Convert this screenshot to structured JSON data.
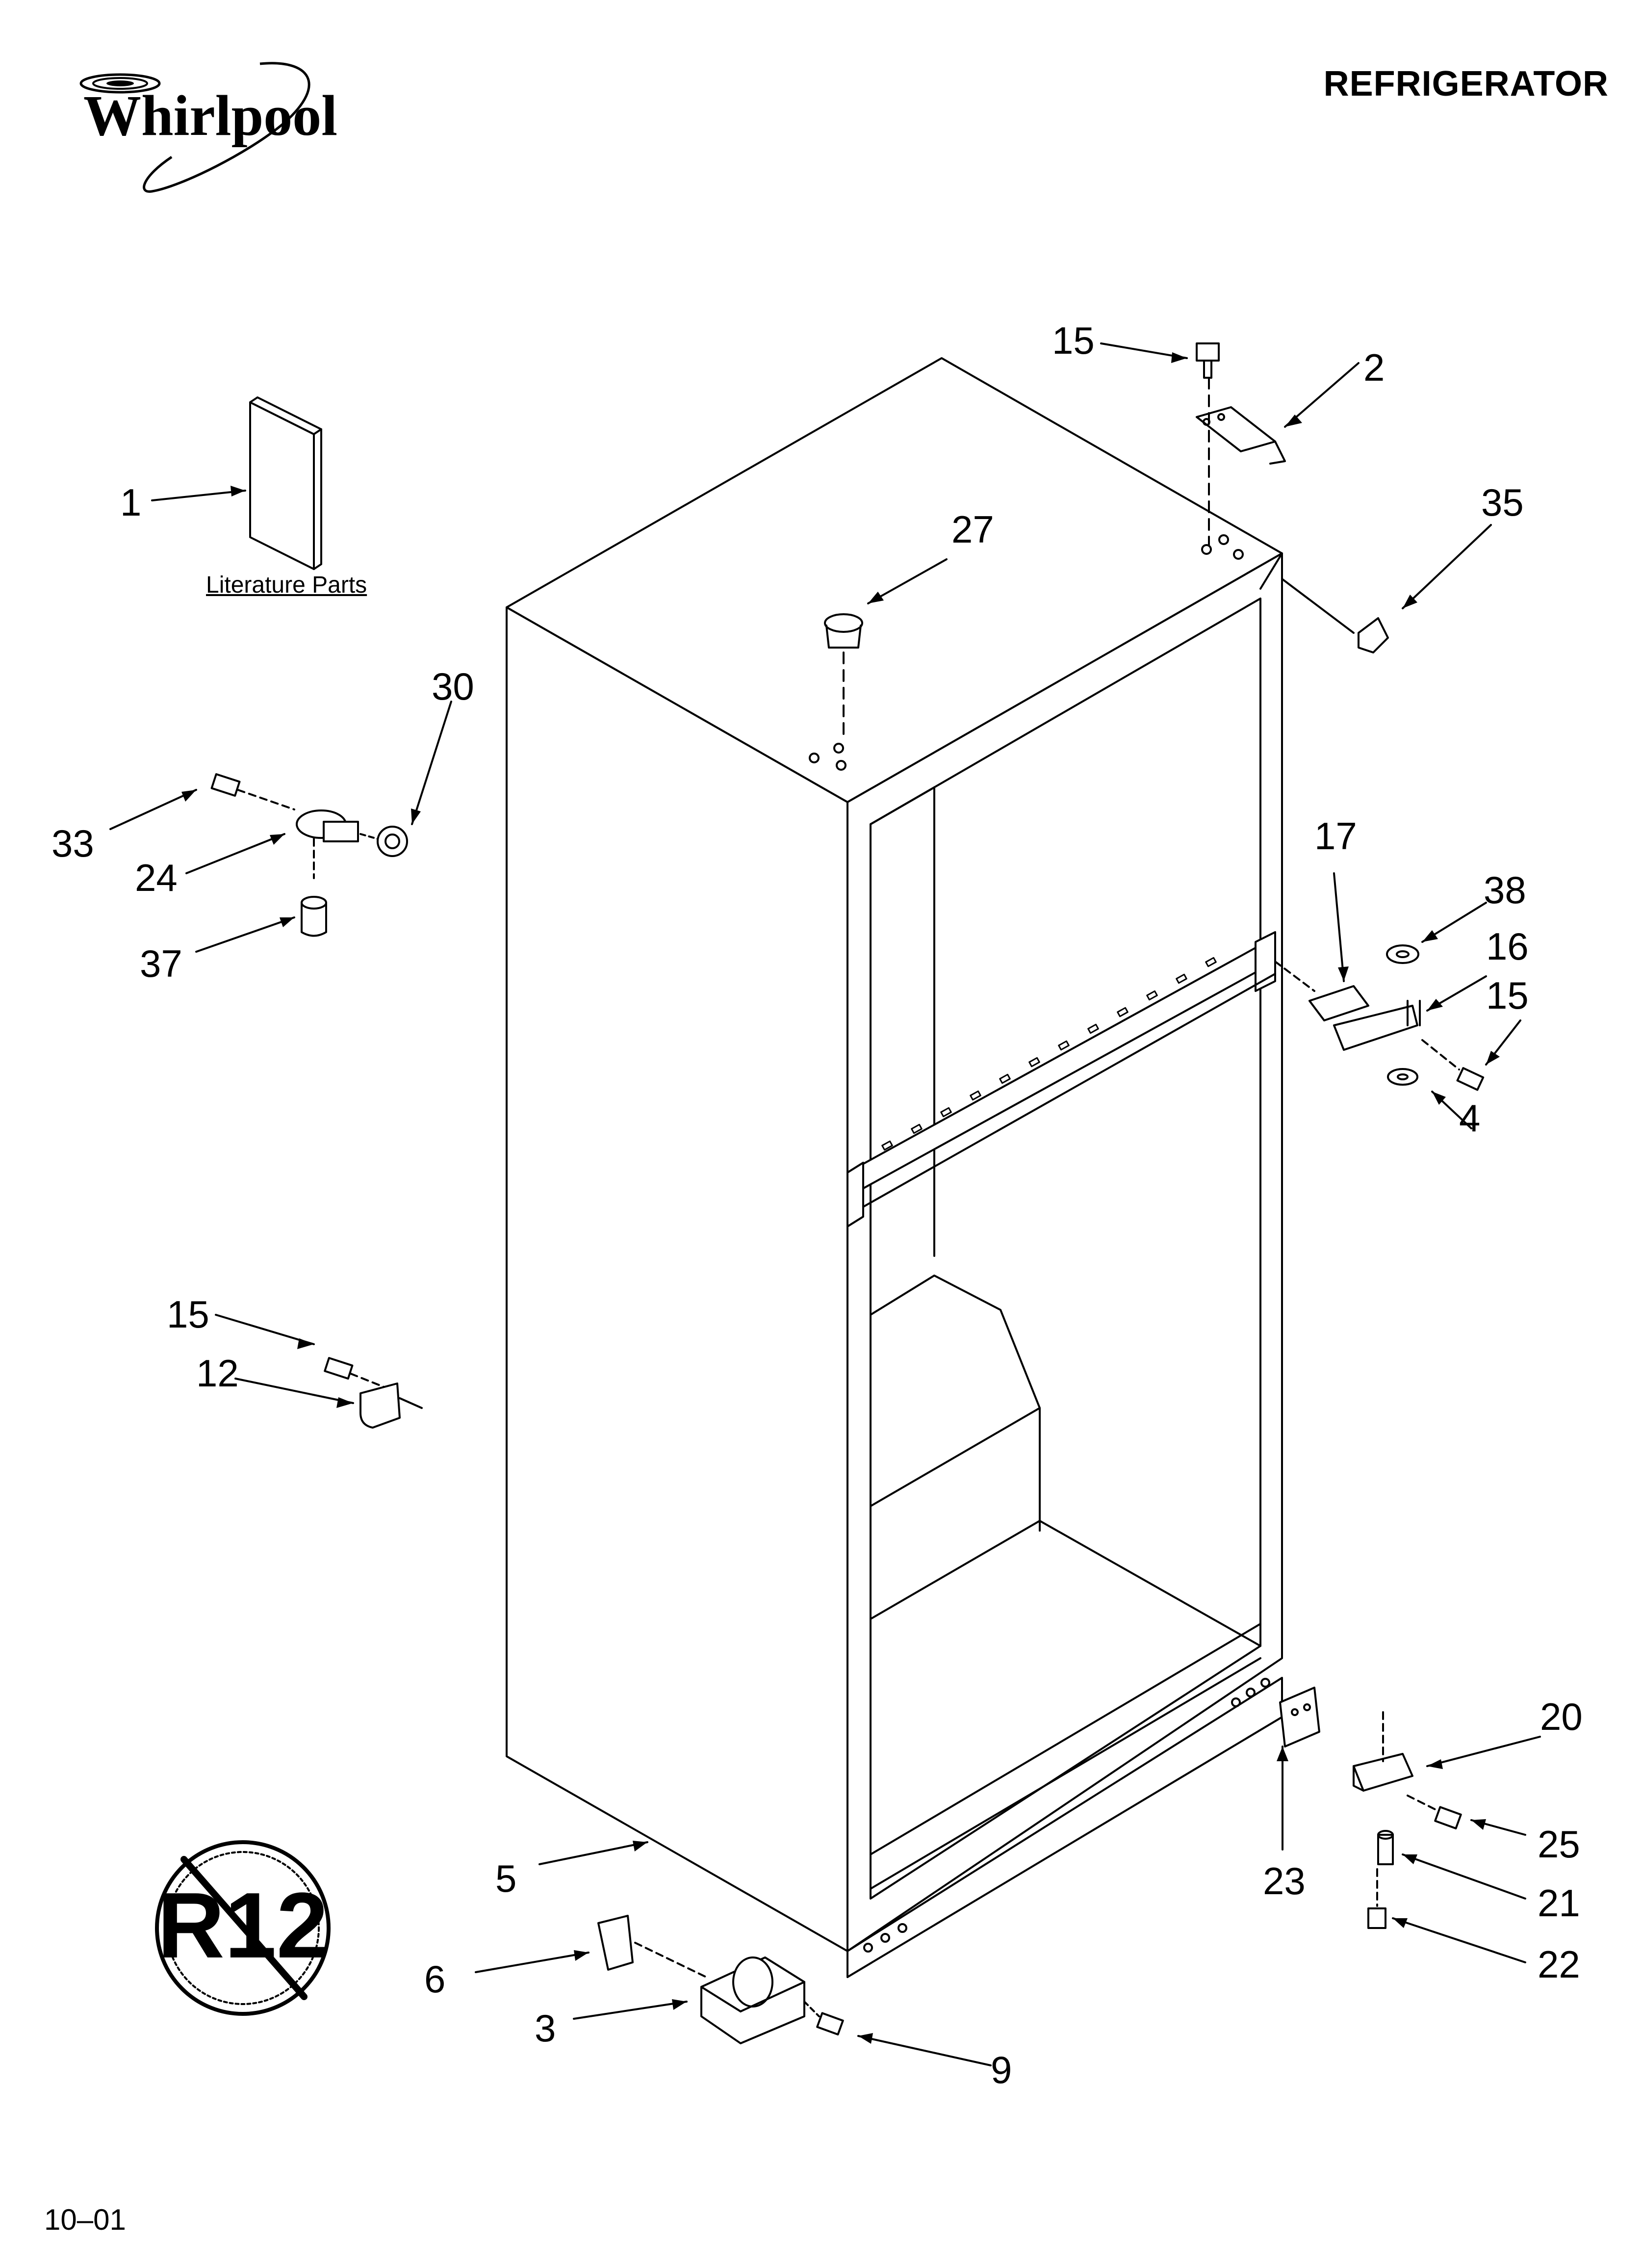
{
  "header": {
    "brand": "Whirlpool",
    "title": "REFRIGERATOR"
  },
  "literature": {
    "label": "Literature Parts"
  },
  "badge": {
    "text": "R12"
  },
  "footer": {
    "date_code": "10–01"
  },
  "callouts": {
    "c1": "1",
    "c2": "2",
    "c3": "3",
    "c4": "4",
    "c5": "5",
    "c6": "6",
    "c9": "9",
    "c12": "12",
    "c15a": "15",
    "c15b": "15",
    "c15c": "15",
    "c16": "16",
    "c17": "17",
    "c20": "20",
    "c21": "21",
    "c22": "22",
    "c23": "23",
    "c24": "24",
    "c25": "25",
    "c27": "27",
    "c30": "30",
    "c33": "33",
    "c35": "35",
    "c37": "37",
    "c38": "38"
  }
}
